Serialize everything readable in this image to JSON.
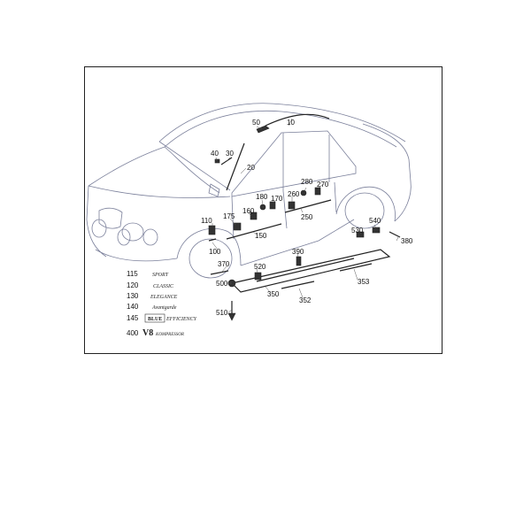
{
  "diagram": {
    "callouts": [
      {
        "id": "c50",
        "text": "50"
      },
      {
        "id": "c10",
        "text": "10"
      },
      {
        "id": "c40",
        "text": "40"
      },
      {
        "id": "c30",
        "text": "30"
      },
      {
        "id": "c20",
        "text": "20"
      },
      {
        "id": "c280",
        "text": "280"
      },
      {
        "id": "c270",
        "text": "270"
      },
      {
        "id": "c180",
        "text": "180"
      },
      {
        "id": "c170",
        "text": "170"
      },
      {
        "id": "c260",
        "text": "260"
      },
      {
        "id": "c160",
        "text": "160"
      },
      {
        "id": "c250",
        "text": "250"
      },
      {
        "id": "c110",
        "text": "110"
      },
      {
        "id": "c175",
        "text": "175"
      },
      {
        "id": "c150",
        "text": "150"
      },
      {
        "id": "c100",
        "text": "100"
      },
      {
        "id": "c540",
        "text": "540"
      },
      {
        "id": "c530",
        "text": "530"
      },
      {
        "id": "c380",
        "text": "380"
      },
      {
        "id": "c390",
        "text": "390"
      },
      {
        "id": "c370",
        "text": "370"
      },
      {
        "id": "c520",
        "text": "520"
      },
      {
        "id": "c500",
        "text": "500"
      },
      {
        "id": "c350",
        "text": "350"
      },
      {
        "id": "c353",
        "text": "353"
      },
      {
        "id": "c352",
        "text": "352"
      },
      {
        "id": "c510",
        "text": "510"
      }
    ],
    "badges": [
      {
        "number": "115",
        "text": "SPORT"
      },
      {
        "number": "120",
        "text": "CLASSIC"
      },
      {
        "number": "130",
        "text": "ELEGANCE"
      },
      {
        "number": "140",
        "text": "Avantgarde"
      },
      {
        "number": "145",
        "text_boxed": "BLUE",
        "text": "EFFICIENCY"
      },
      {
        "number": "400",
        "text_large": "V8",
        "text": "KOMPRESSOR"
      }
    ]
  }
}
